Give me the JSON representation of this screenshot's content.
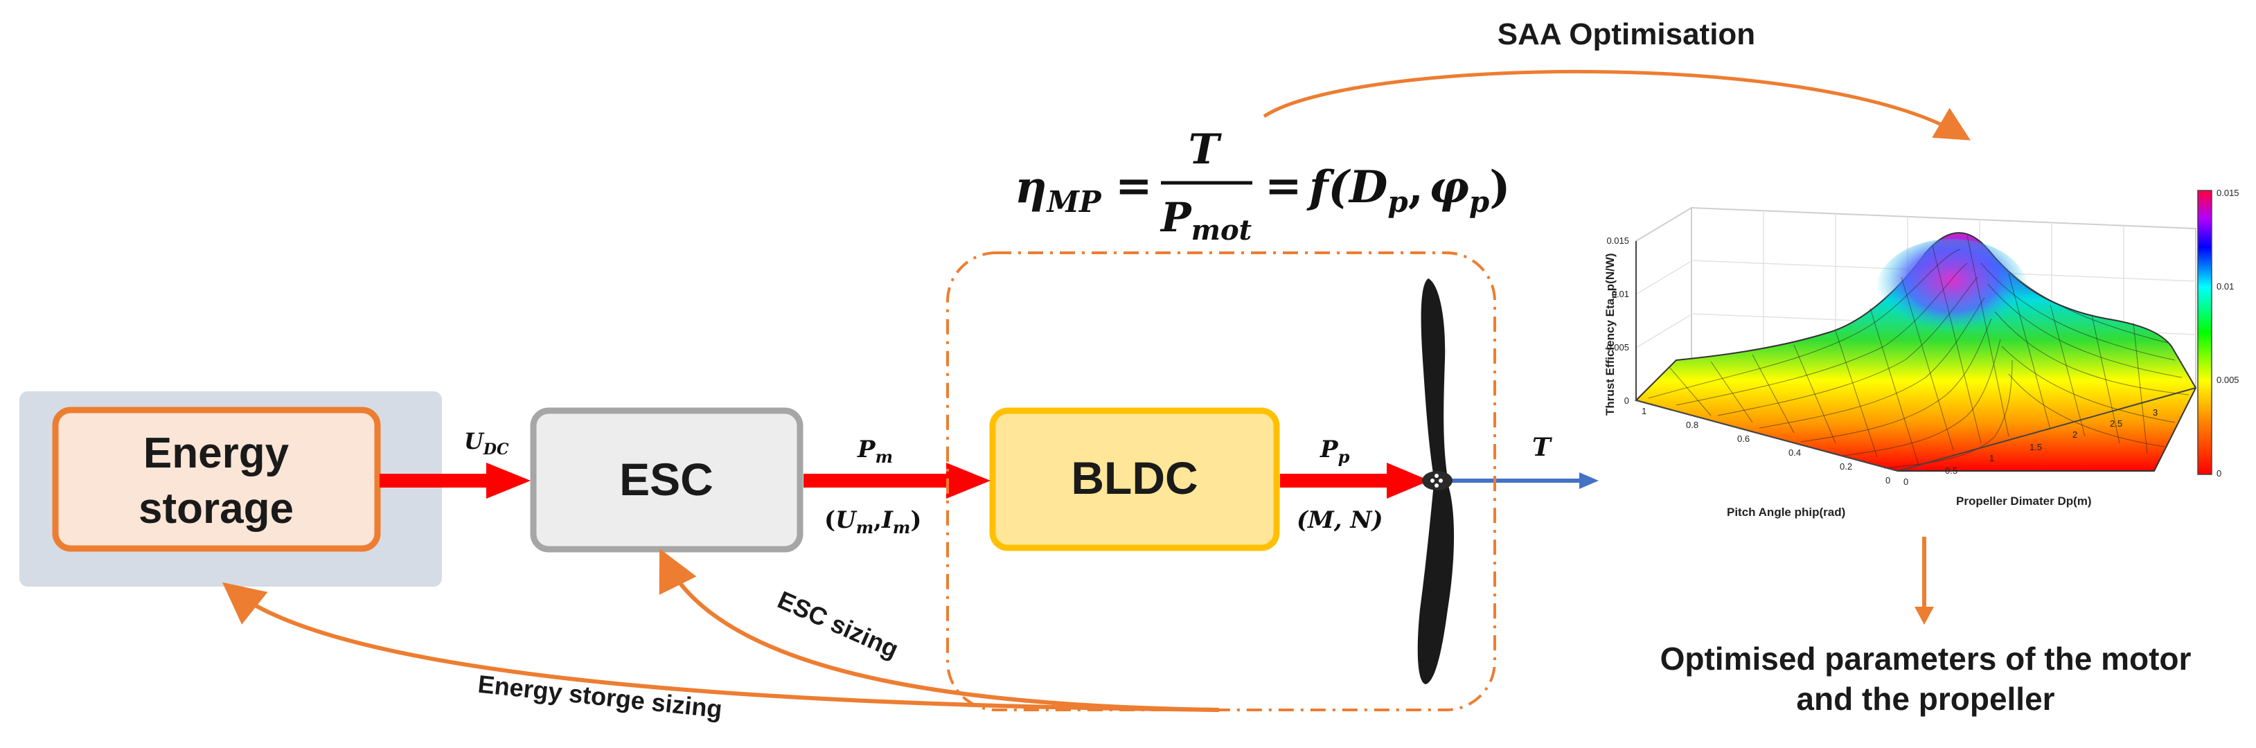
{
  "blocks": {
    "energy_storage": {
      "line1": "Energy",
      "line2": "storage"
    },
    "esc": "ESC",
    "bldc": "BLDC"
  },
  "signals": {
    "udc": {
      "main": "U",
      "sub": "DC"
    },
    "pm": {
      "main": "P",
      "sub": "m"
    },
    "pm_detail": {
      "open": "(",
      "u": "U",
      "u_sub": "m",
      "sep": ",",
      "i": "I",
      "i_sub": "m",
      "close": ")"
    },
    "pp": {
      "main": "P",
      "sub": "p"
    },
    "pp_detail": "(M, N)",
    "thrust": "T"
  },
  "equation": {
    "eta": "η",
    "eta_sub": "MP",
    "eq": "=",
    "num": "T",
    "den": "P",
    "den_sub": "mot",
    "eq2": "=",
    "f": "f(",
    "d": "D",
    "d_sub": "p",
    "comma": ",",
    "phi": "φ",
    "phi_sub": "p",
    "close": ")"
  },
  "feedback": {
    "saa": "SAA Optimisation",
    "esc_sizing": "ESC sizing",
    "energy_sizing": "Energy storge sizing"
  },
  "result": {
    "line1": "Optimised parameters of the motor",
    "line2": "and the propeller"
  },
  "plot": {
    "zlabel": "Thrust Efficiency Eta",
    "zlabel_sub": "m",
    "zlabel_tail": "p(N/W)",
    "xlabel": "Pitch Angle phip(rad)",
    "ylabel": "Propeller Dimater Dp(m)",
    "z_ticks": [
      "0",
      "0.005",
      "0.01",
      "0.015"
    ],
    "x_ticks": [
      "1",
      "0.8",
      "0.6",
      "0.4",
      "0.2",
      "0"
    ],
    "y_ticks": [
      "0",
      "0.5",
      "1",
      "1.5",
      "2",
      "2.5",
      "3"
    ],
    "colorbar_ticks": [
      "0.015",
      "0.01",
      "0.005",
      "0"
    ],
    "colors": {
      "arrow_red": "#ff0000",
      "feedback_orange": "#ed7d31",
      "thrust_blue": "#4472c4"
    }
  }
}
